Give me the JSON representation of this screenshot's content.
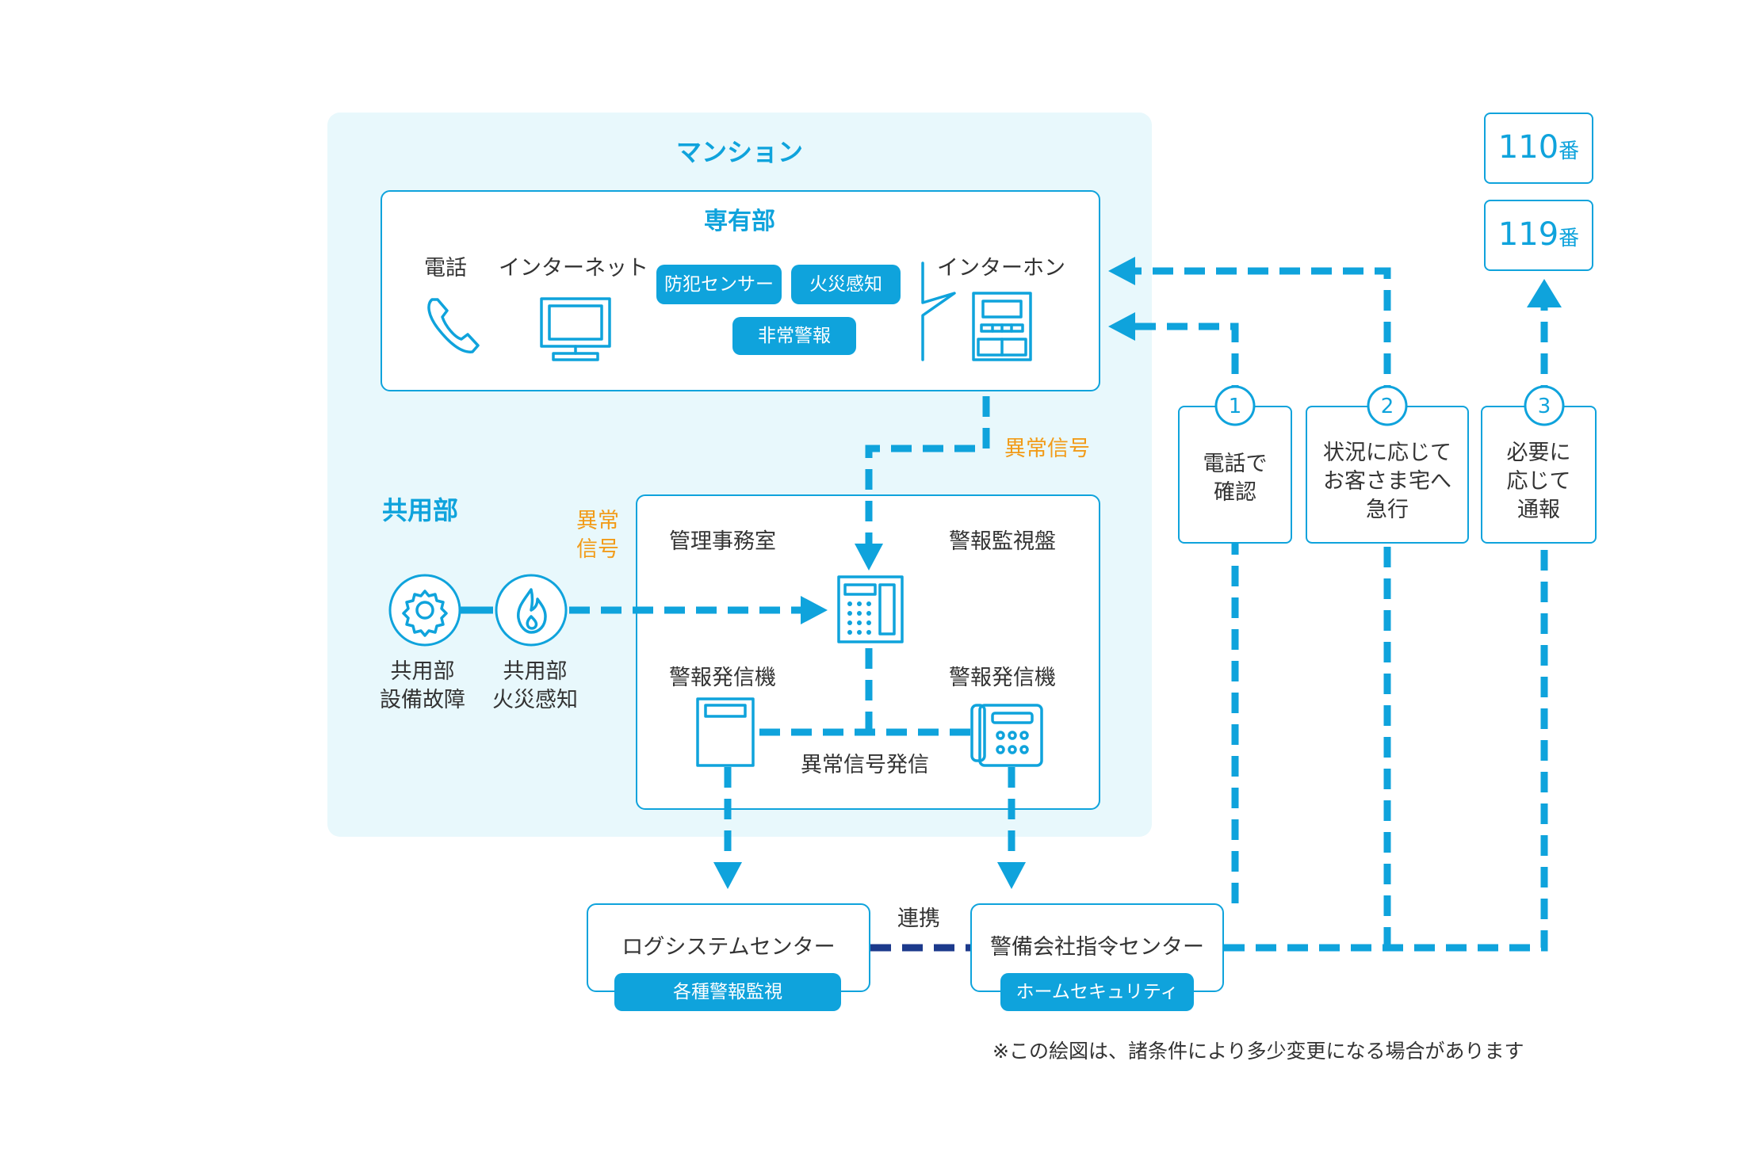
{
  "mansion": {
    "title": "マンション"
  },
  "private": {
    "title": "専有部",
    "phone": "電話",
    "internet": "インターネット",
    "tags": [
      "防犯センサー",
      "火災感知",
      "非常警報"
    ],
    "intercom": "インターホン"
  },
  "signal_top": "異常信号",
  "common": {
    "title": "共用部",
    "signal": "異常\n信号",
    "equipment_fault": "共用部\n設備故障",
    "fire_detect": "共用部\n火災感知"
  },
  "management": {
    "room": "管理事務室",
    "panel": "警報監視盤",
    "transmitter_left": "警報発信機",
    "transmitter_right": "警報発信機",
    "signal_send": "異常信号発信"
  },
  "centers": {
    "log_center": "ログシステムセンター",
    "log_tag": "各種警報監視",
    "link": "連携",
    "security_center": "警備会社指令センター",
    "security_tag": "ホームセキュリティ"
  },
  "steps": [
    {
      "num": "1",
      "text": "電話で\n確認"
    },
    {
      "num": "2",
      "text": "状況に応じて\nお客さま宅へ\n急行"
    },
    {
      "num": "3",
      "text": "必要に\n応じて\n通報"
    }
  ],
  "emergency": [
    {
      "num": "110",
      "suffix": "番"
    },
    {
      "num": "119",
      "suffix": "番"
    }
  ],
  "note": "※この絵図は、諸条件により多少変更になる場合があります",
  "colors": {
    "accent": "#0fa3dc",
    "orange": "#f29b18",
    "navy": "#1c3a8c",
    "light_bg": "#e8f8fc"
  }
}
